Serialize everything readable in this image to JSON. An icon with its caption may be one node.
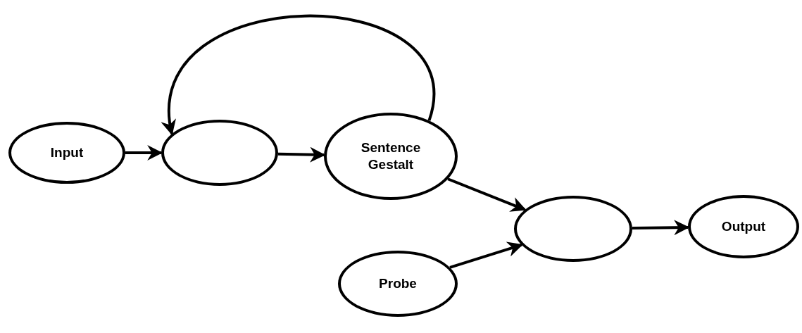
{
  "diagram": {
    "nodes": [
      {
        "text": [
          "Input"
        ]
      },
      {
        "text": [],
        "shape": "ellipse"
      },
      {
        "text": [
          "Sentence Gestalt"
        ]
      },
      {
        "text": [],
        "shape": "ellipse"
      },
      {
        "text": [
          "Output"
        ]
      },
      {
        "text": [
          "Probe"
        ]
      }
    ],
    "edges": [
      {
        "from": 0,
        "to": 1,
        "arrow": "to"
      },
      {
        "from": 1,
        "to": 2,
        "arrow": "to"
      },
      {
        "from": 2,
        "to": 1,
        "arrow": "to"
      },
      {
        "from": 2,
        "to": 3,
        "arrow": "to"
      },
      {
        "from": 5,
        "to": 3,
        "arrow": "to"
      },
      {
        "from": 3,
        "to": 4,
        "arrow": "to"
      }
    ]
  }
}
